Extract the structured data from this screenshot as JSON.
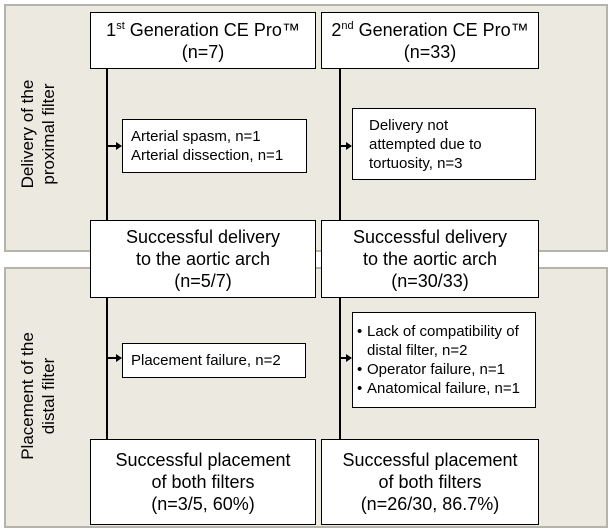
{
  "sections": {
    "delivery": "Delivery of the\nproximal filter",
    "placement": "Placement of the\ndistal filter"
  },
  "gen1": {
    "header_pre": "1",
    "header_sup": "st",
    "header_post": " Generation CE Pro™",
    "header_n": "(n=7)",
    "exclusions_1": [
      "Arterial spasm, n=1",
      "Arterial dissection, n=1"
    ],
    "delivery_line1": "Successful delivery",
    "delivery_line2": "to the aortic arch",
    "delivery_n": "(n=5/7)",
    "exclusions_2": [
      "Placement failure, n=2"
    ],
    "placement_line1": "Successful placement",
    "placement_line2": "of both filters",
    "placement_n": "(n=3/5, 60%)"
  },
  "gen2": {
    "header_pre": "2",
    "header_sup": "nd",
    "header_post": " Generation CE Pro™",
    "header_n": "(n=33)",
    "exclusions_1": [
      "Delivery not",
      "attempted due to",
      "tortuosity, n=3"
    ],
    "delivery_line1": "Successful delivery",
    "delivery_line2": "to the aortic arch",
    "delivery_n": "(n=30/33)",
    "exclusions_2": [
      "Lack of compatibility of distal filter, n=2",
      "Operator failure, n=1",
      "Anatomical failure, n=1"
    ],
    "placement_line1": "Successful placement",
    "placement_line2": "of both filters",
    "placement_n": "(n=26/30, 86.7%)"
  }
}
